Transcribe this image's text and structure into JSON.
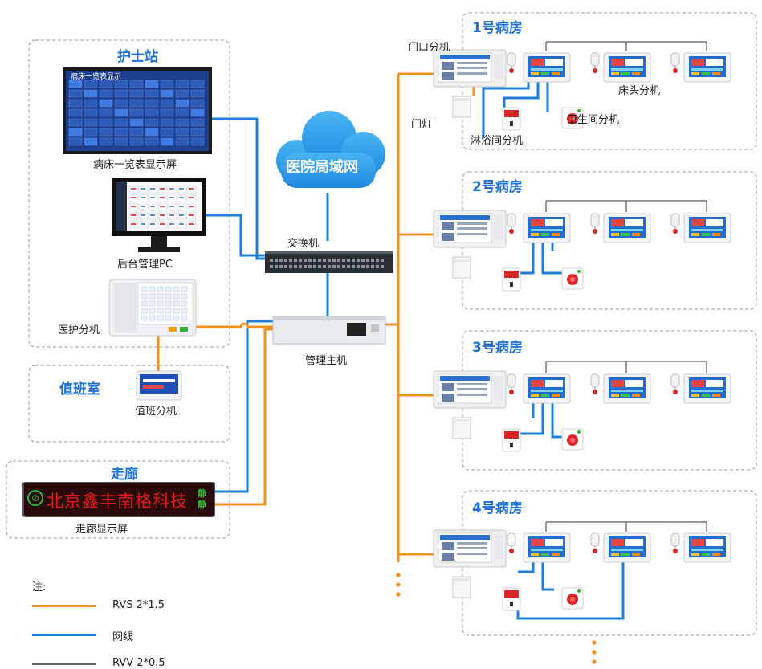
{
  "zones": {
    "nurse_station": "护士站",
    "duty_room": "值班室",
    "corridor": "走廊",
    "hospital_lan": "医院局域网"
  },
  "devices": {
    "bed_display": "病床一览表显示屏",
    "backend_pc": "后台管理PC",
    "medical_terminal": "医护分机",
    "duty_terminal": "值班分机",
    "corridor_display": "走廊显示屏",
    "corridor_text": "北京鑫丰南格科技",
    "corridor_quiet": "静静",
    "switch": "交换机",
    "host": "管理主机"
  },
  "rooms": [
    {
      "title": "1号病房"
    },
    {
      "title": "2号病房"
    },
    {
      "title": "3号病房"
    },
    {
      "title": "4号病房"
    }
  ],
  "room1_labels": {
    "door_unit": "门口分机",
    "door_light": "门灯",
    "shower_unit": "淋浴间分机",
    "toilet_unit": "卫生间分机",
    "bedside_unit": "床头分机"
  },
  "bed_screen_title": "病床一览表显示",
  "legend": {
    "title": "注:",
    "items": [
      {
        "label": "RVS 2*1.5",
        "color": "#f0901e"
      },
      {
        "label": "网线",
        "color": "#1e7fd9"
      },
      {
        "label": "RVV 2*0.5",
        "color": "#666666"
      }
    ]
  },
  "colors": {
    "orange": "#f0901e",
    "blue": "#1e7fd9",
    "gray": "#666666",
    "title_blue": "#1e6fd9"
  }
}
